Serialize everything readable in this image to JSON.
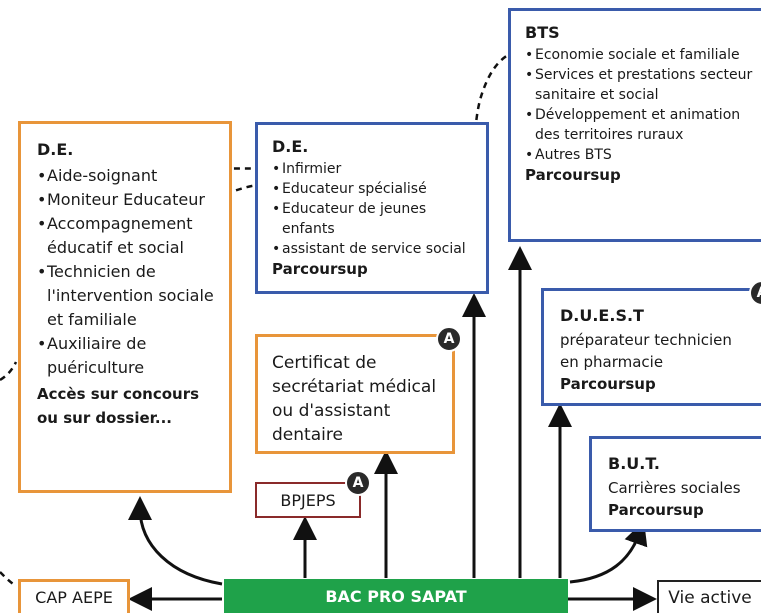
{
  "de_left": {
    "title": "D.E.",
    "items": [
      "Aide-soignant",
      "Moniteur Educateur",
      "Accompagnement éducatif et social",
      "Technicien de l'intervention sociale et familiale",
      "Auxiliaire de puériculture"
    ],
    "footer": "Accès sur concours ou sur dossier..."
  },
  "de_mid": {
    "title": "D.E.",
    "items": [
      "Infirmier",
      "Educateur spécialisé",
      "Educateur de jeunes enfants",
      "assistant de service social"
    ],
    "footer": "Parcoursup"
  },
  "bts": {
    "title": "BTS",
    "items": [
      "Economie sociale et familiale",
      "Services et prestations secteur sanitaire et social",
      "Développement et animation des territoires ruraux",
      "Autres BTS"
    ],
    "footer": "Parcoursup"
  },
  "duest": {
    "title": "D.U.E.S.T",
    "line1": "préparateur technicien en pharmacie",
    "footer": "Parcoursup"
  },
  "but": {
    "title": "B.U.T.",
    "line1": "Carrières sociales",
    "footer": "Parcoursup"
  },
  "certificat": {
    "text": "Certificat de secrétariat médical ou d'assistant dentaire",
    "badge": "A"
  },
  "bpjeps": {
    "label": "BPJEPS",
    "badge": "A"
  },
  "bac": {
    "label": "BAC PRO SAPAT"
  },
  "cap": {
    "label": "CAP AEPE"
  },
  "vie": {
    "label": "Vie active"
  },
  "duest_badge": "A",
  "colors": {
    "orange": "#e8953a",
    "blue": "#3a5bab",
    "green": "#1fa24a",
    "maroon": "#8a2a2a",
    "arrow": "#111111"
  }
}
